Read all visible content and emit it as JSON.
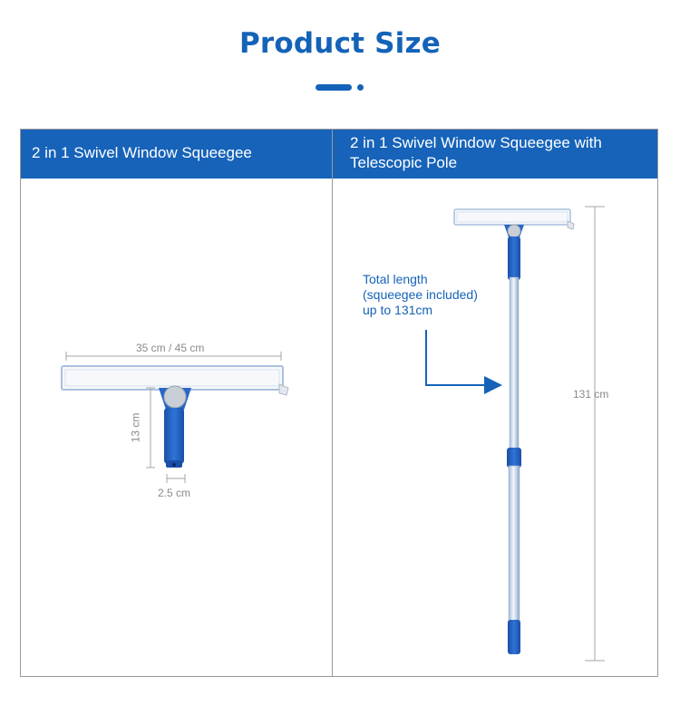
{
  "page": {
    "title": "Product Size"
  },
  "columns": [
    {
      "header": "2 in 1 Swivel Window Squeegee"
    },
    {
      "header": "2 in 1 Swivel Window Squeegee with Telescopic Pole"
    }
  ],
  "dimensions": {
    "blade_width": "35 cm / 45 cm",
    "handle_height": "13 cm",
    "handle_width": "2.5 cm",
    "total_height": "131 cm"
  },
  "callout": {
    "lines": [
      "Total length",
      "(squeegee included)",
      "up to 131cm"
    ]
  },
  "colors": {
    "brand_blue": "#1463b8",
    "header_blue": "#1663b9",
    "border_gray": "#9a9a9a",
    "dimension_gray": "#8a8a8a"
  }
}
